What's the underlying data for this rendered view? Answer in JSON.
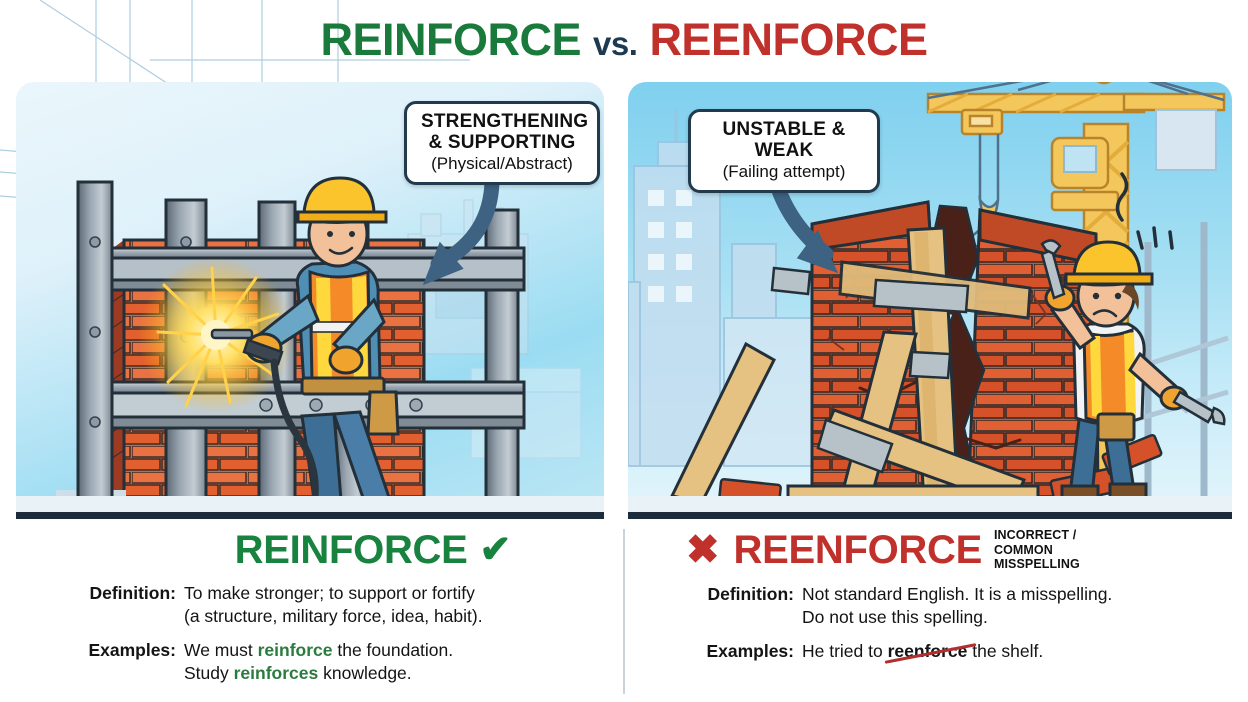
{
  "title": {
    "left_word": "REINFORCE",
    "connector": "vs.",
    "right_word": "REENFORCE",
    "left_color": "#1a7a3c",
    "connector_color": "#1d3a52",
    "right_color": "#c0312c"
  },
  "left_panel": {
    "callout": {
      "line1": "STRENGTHENING",
      "line2": "& SUPPORTING",
      "line3": "(Physical/Abstract)"
    },
    "scene": {
      "description": "Welder in yellow hard hat and orange hi-vis vest welding steel I-beams onto a solid brick wall with sparks",
      "sky_color": "#9bdcf2",
      "brick_color": "#e0592f",
      "steel_color": "#9aa6b0",
      "helmet_color": "#f5c22a",
      "vest_color": "#f07c1e",
      "spark_color": "#ffd24d"
    },
    "verdict_word": "REINFORCE",
    "verdict_mark": "check-mark",
    "definition_label": "Definition:",
    "definition_lines": [
      "To make stronger; to support or fortify",
      "(a structure, military force, idea, habit)."
    ],
    "examples_label": "Examples:",
    "examples": [
      {
        "before": "We must ",
        "highlight": "reinforce",
        "after": " the foundation."
      },
      {
        "before": "Study ",
        "highlight": "reinforces",
        "after": " knowledge."
      }
    ],
    "accent_color": "#18823f"
  },
  "right_panel": {
    "callout": {
      "line1": "UNSTABLE & WEAK",
      "line2": "(Failing attempt)"
    },
    "scene": {
      "description": "Cracked collapsing brick wall propped with wooden planks and duct tape, worried worker with wrenches, yellow tower crane and city skyline",
      "sky_color": "#7fd0ef",
      "brick_color": "#d9512c",
      "wood_color": "#e0b878",
      "tape_color": "#b9c2c9",
      "crane_color": "#f3c152",
      "crack_color": "#4a2119"
    },
    "verdict_word": "REENFORCE",
    "verdict_mark": "cross-mark",
    "badge_lines": [
      "INCORRECT /",
      "COMMON",
      "MISSPELLING"
    ],
    "definition_label": "Definition:",
    "definition_lines": [
      "Not standard English. It is a misspelling.",
      "Do not use this spelling."
    ],
    "examples_label": "Examples:",
    "examples": [
      {
        "before": "He tried to ",
        "strikethrough": "reenforce",
        "after": " the shelf."
      }
    ],
    "accent_color": "#c0312c"
  }
}
